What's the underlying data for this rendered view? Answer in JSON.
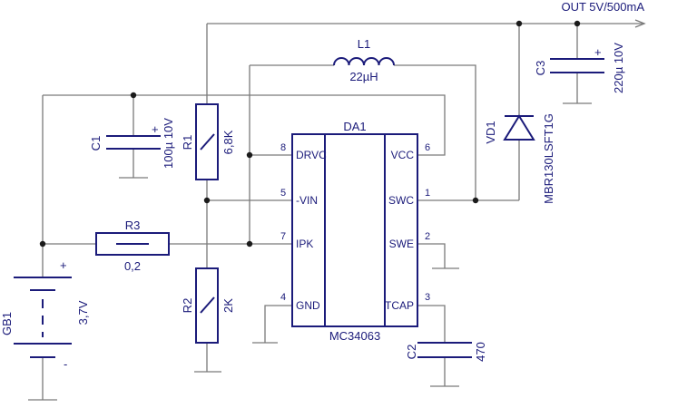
{
  "output_label": "OUT 5V/500mA",
  "ic": {
    "ref": "DA1",
    "part": "MC34063",
    "pins": [
      {
        "num": "8",
        "name": "DRVC"
      },
      {
        "num": "5",
        "name": "-VIN"
      },
      {
        "num": "7",
        "name": "IPK"
      },
      {
        "num": "4",
        "name": "GND"
      },
      {
        "num": "6",
        "name": "VCC"
      },
      {
        "num": "1",
        "name": "SWC"
      },
      {
        "num": "2",
        "name": "SWE"
      },
      {
        "num": "3",
        "name": "TCAP"
      }
    ]
  },
  "components": {
    "L1": {
      "ref": "L1",
      "value": "22µH"
    },
    "C1": {
      "ref": "C1",
      "value": "100µ 10V",
      "polarity": "+"
    },
    "R1": {
      "ref": "R1",
      "value": "6,8K"
    },
    "R2": {
      "ref": "R2",
      "value": "2K"
    },
    "R3": {
      "ref": "R3",
      "value": "0,2"
    },
    "C3": {
      "ref": "C3",
      "value": "220µ 10V",
      "polarity": "+"
    },
    "VD1": {
      "ref": "VD1",
      "value": "MBR130LSFT1G"
    },
    "C2": {
      "ref": "C2",
      "value": "470"
    },
    "GB1": {
      "ref": "GB1",
      "value": "3,7V",
      "plus": "+",
      "minus": "-"
    }
  },
  "colors": {
    "component": "#1b1b7a",
    "wire": "#7a7a7a"
  }
}
